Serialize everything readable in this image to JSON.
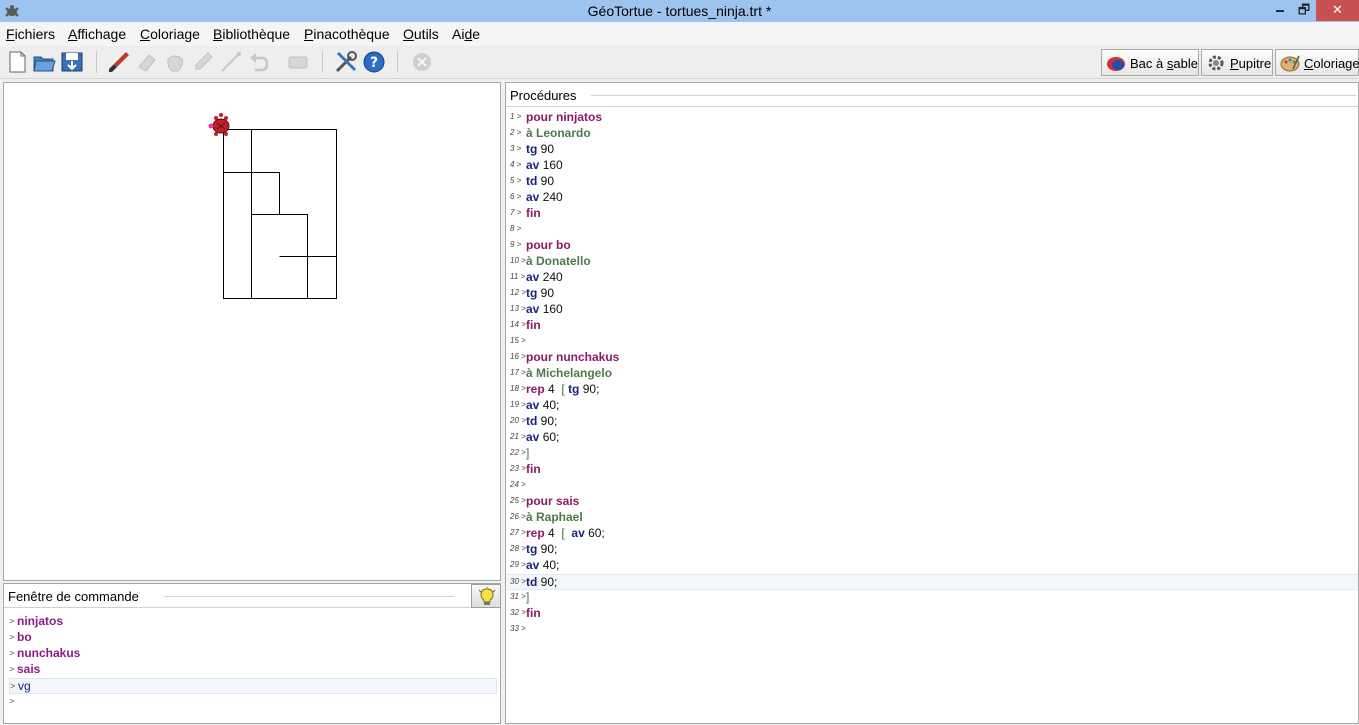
{
  "window": {
    "title": "GéoTortue - tortues_ninja.trt *",
    "minimize": "🗕",
    "maximize": "🗗",
    "close": "✕"
  },
  "menu": [
    {
      "label": "Fichiers",
      "u": "F",
      "rest": "ichiers"
    },
    {
      "label": "Affichage",
      "u": "A",
      "rest": "ffichage"
    },
    {
      "label": "Coloriage",
      "u": "C",
      "rest": "oloriage"
    },
    {
      "label": "Bibliothèque",
      "u": "B",
      "rest": "ibliothèque"
    },
    {
      "label": "Pinacothèque",
      "u": "P",
      "rest": "inacothèque"
    },
    {
      "label": "Outils",
      "u": "O",
      "rest": "utils"
    },
    {
      "label": "Aide",
      "pre": "Ai",
      "u": "d",
      "rest": "e"
    }
  ],
  "toolbar": {
    "icons": [
      "new-file-icon",
      "open-folder-icon",
      "save-icon",
      "paintbrush-icon",
      "eraser-icon",
      "undo-hand-icon",
      "pipette-icon",
      "pen-icon",
      "undo-arrow-icon",
      "eraser-block-icon",
      "tools-icon",
      "help-icon",
      "stop-icon"
    ],
    "modes": [
      {
        "label": "Bac à sable",
        "u": "s",
        "pre": "Bac à ",
        "rest": "able",
        "icon": "sandbox-icon"
      },
      {
        "label": "Pupitre",
        "u": "P",
        "pre": "",
        "rest": "upitre",
        "icon": "gear-icon"
      },
      {
        "label": "Coloriage",
        "u": "C",
        "pre": "",
        "rest": "oloriage",
        "icon": "palette-icon"
      }
    ]
  },
  "colors": {
    "keyword": "#8b1a6b",
    "command": "#1a237e",
    "turtle_name": "#4d7a4d",
    "title_bar": "#9dc4ef",
    "turtle": "#c0202a"
  },
  "command_window": {
    "title": "Fenêtre de commande",
    "prompt": ">",
    "history": [
      "ninjatos",
      "bo",
      "nunchakus",
      "sais"
    ],
    "current_input": "vg"
  },
  "procedures": {
    "title": "Procédures",
    "lines": [
      [
        {
          "t": "kw",
          "v": "pour ninjatos"
        }
      ],
      [
        {
          "t": "turtle",
          "v": "à Leonardo"
        }
      ],
      [
        {
          "t": "cmd",
          "v": "tg"
        },
        {
          "t": "num",
          "v": " 90"
        }
      ],
      [
        {
          "t": "cmd",
          "v": "av"
        },
        {
          "t": "num",
          "v": " 160"
        }
      ],
      [
        {
          "t": "cmd",
          "v": "td"
        },
        {
          "t": "num",
          "v": " 90"
        }
      ],
      [
        {
          "t": "cmd",
          "v": "av"
        },
        {
          "t": "num",
          "v": " 240"
        }
      ],
      [
        {
          "t": "kw",
          "v": "fin"
        }
      ],
      [],
      [
        {
          "t": "kw",
          "v": "pour bo"
        }
      ],
      [
        {
          "t": "turtle",
          "v": "à Donatello"
        }
      ],
      [
        {
          "t": "cmd",
          "v": "av"
        },
        {
          "t": "num",
          "v": " 240"
        }
      ],
      [
        {
          "t": "cmd",
          "v": "tg"
        },
        {
          "t": "num",
          "v": " 90"
        }
      ],
      [
        {
          "t": "cmd",
          "v": "av"
        },
        {
          "t": "num",
          "v": " 160"
        }
      ],
      [
        {
          "t": "kw",
          "v": "fin"
        }
      ],
      [],
      [
        {
          "t": "kw",
          "v": "pour nunchakus"
        }
      ],
      [
        {
          "t": "turtle",
          "v": "à Michelangelo"
        }
      ],
      [
        {
          "t": "kw",
          "v": "rep"
        },
        {
          "t": "num",
          "v": " 4  "
        },
        {
          "t": "br",
          "v": "["
        },
        {
          "t": "num",
          "v": " "
        },
        {
          "t": "cmd",
          "v": "tg"
        },
        {
          "t": "num",
          "v": " 90;"
        }
      ],
      [
        {
          "t": "cmd",
          "v": "av"
        },
        {
          "t": "num",
          "v": " 40;"
        }
      ],
      [
        {
          "t": "cmd",
          "v": "td"
        },
        {
          "t": "num",
          "v": " 90;"
        }
      ],
      [
        {
          "t": "cmd",
          "v": "av"
        },
        {
          "t": "num",
          "v": " 60;"
        }
      ],
      [
        {
          "t": "br",
          "v": "]"
        }
      ],
      [
        {
          "t": "kw",
          "v": "fin"
        }
      ],
      [],
      [
        {
          "t": "kw",
          "v": "pour sais"
        }
      ],
      [
        {
          "t": "turtle",
          "v": "à Raphael"
        }
      ],
      [
        {
          "t": "kw",
          "v": "rep"
        },
        {
          "t": "num",
          "v": " 4  "
        },
        {
          "t": "br",
          "v": "["
        },
        {
          "t": "num",
          "v": "  "
        },
        {
          "t": "cmd",
          "v": "av"
        },
        {
          "t": "num",
          "v": " 60;"
        }
      ],
      [
        {
          "t": "cmd",
          "v": "tg"
        },
        {
          "t": "num",
          "v": " 90;"
        }
      ],
      [
        {
          "t": "cmd",
          "v": "av"
        },
        {
          "t": "num",
          "v": " 40;"
        }
      ],
      [
        {
          "t": "cmd",
          "v": "td"
        },
        {
          "t": "num",
          "v": " 90;"
        }
      ],
      [
        {
          "t": "br",
          "v": "]"
        }
      ],
      [
        {
          "t": "kw",
          "v": "fin"
        }
      ],
      []
    ],
    "highlighted_line": 30
  }
}
